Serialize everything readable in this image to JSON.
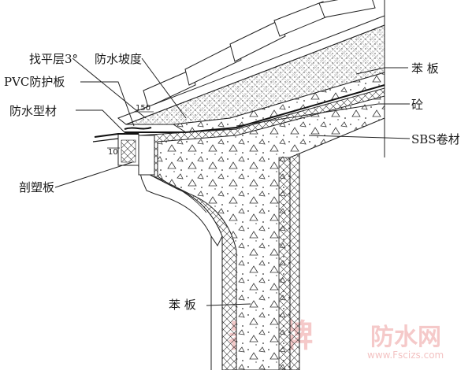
{
  "labels": {
    "leveling": "找平层3°",
    "waterproof_slope": "防水坡度",
    "pvc_board": "PVC防护板",
    "waterproof_profile": "防水型材",
    "molding_board": "剖塑板",
    "board_top": "苯  板",
    "concrete": "砼",
    "sbs": "SBS卷材",
    "board_bottom": "苯  板"
  },
  "dimensions": {
    "d150": "150",
    "d10": "10"
  },
  "watermark": {
    "brand": "防水网",
    "url": "www.Fscizs.com"
  }
}
